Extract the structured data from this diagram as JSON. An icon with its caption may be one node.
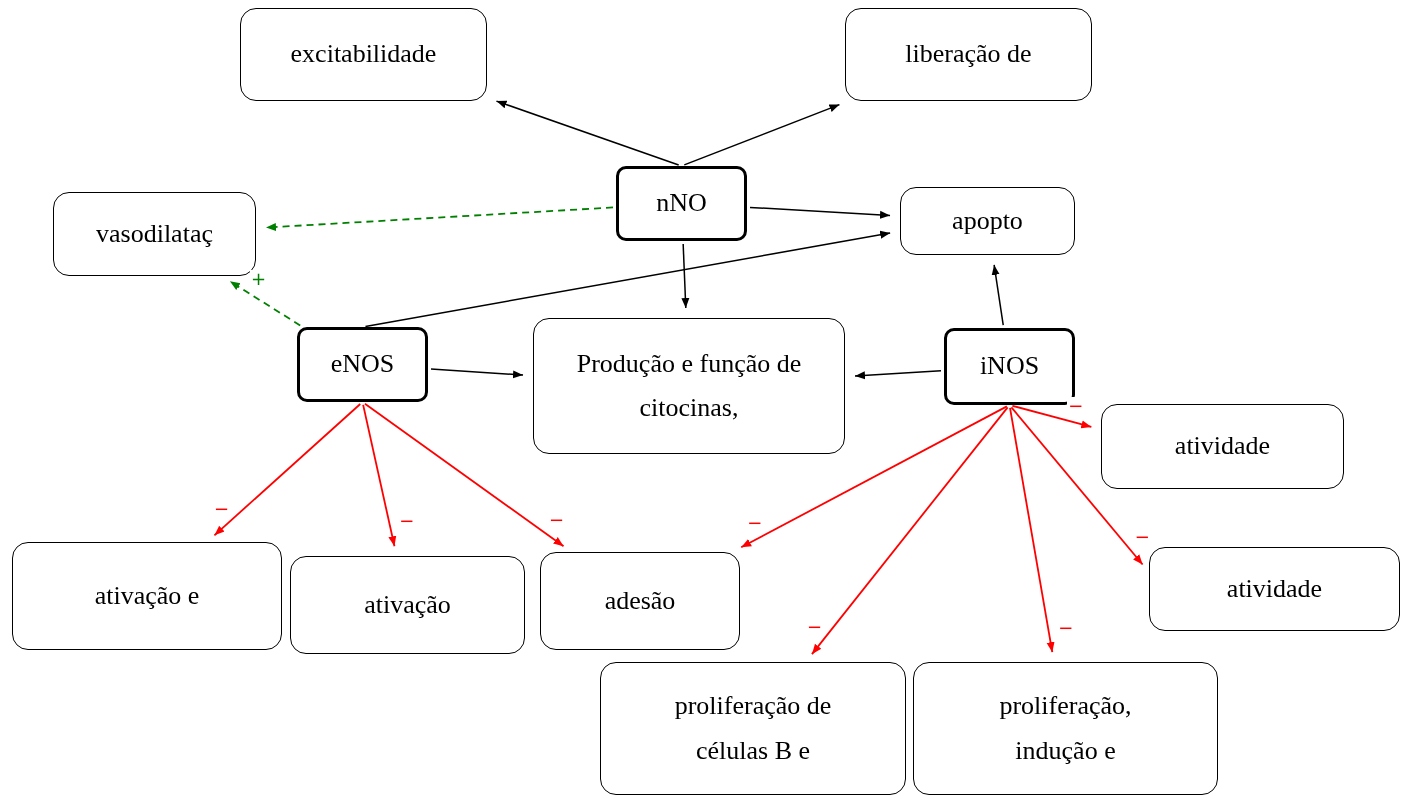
{
  "diagram": {
    "nodes": [
      {
        "text": [
          "excitabilidade"
        ]
      },
      {
        "text": [
          "liberação de"
        ]
      },
      {
        "text": [
          "vasodilataç"
        ]
      },
      {
        "text": [
          "nNO"
        ]
      },
      {
        "text": [
          "apopto"
        ]
      },
      {
        "text": [
          "eNOS"
        ]
      },
      {
        "text": [
          "Produção e função de citocinas,"
        ]
      },
      {
        "text": [
          "iNOS"
        ]
      },
      {
        "text": [
          "atividade"
        ]
      },
      {
        "text": [
          "ativação e"
        ]
      },
      {
        "text": [
          "ativação"
        ]
      },
      {
        "text": [
          "adesão"
        ]
      },
      {
        "text": [
          "atividade"
        ]
      },
      {
        "text": [
          "proliferação de células B e"
        ]
      },
      {
        "text": [
          "proliferação, indução e"
        ]
      }
    ],
    "edges": [
      {
        "from": 3,
        "to": 0,
        "arrow": "to"
      },
      {
        "from": 3,
        "to": 1,
        "arrow": "to"
      },
      {
        "from": 3,
        "to": 2,
        "arrow": "to",
        "style": "dashed",
        "color": "#008000"
      },
      {
        "from": 3,
        "to": 4,
        "arrow": "to"
      },
      {
        "from": 3,
        "to": 6,
        "arrow": "to"
      },
      {
        "from": 5,
        "to": 2,
        "arrow": "to",
        "style": "dashed",
        "color": "#008000",
        "label": "+"
      },
      {
        "from": 5,
        "to": 4,
        "arrow": "to"
      },
      {
        "from": 5,
        "to": 6,
        "arrow": "to"
      },
      {
        "from": 7,
        "to": 6,
        "arrow": "to"
      },
      {
        "from": 7,
        "to": 4,
        "arrow": "to"
      },
      {
        "from": 5,
        "to": 9,
        "arrow": "to",
        "color": "#ff0000",
        "label": "−"
      },
      {
        "from": 5,
        "to": 10,
        "arrow": "to",
        "color": "#ff0000",
        "label": "−"
      },
      {
        "from": 5,
        "to": 11,
        "arrow": "to",
        "color": "#ff0000",
        "label": "−"
      },
      {
        "from": 7,
        "to": 11,
        "arrow": "to",
        "color": "#ff0000",
        "label": "−"
      },
      {
        "from": 7,
        "to": 13,
        "arrow": "to",
        "color": "#ff0000",
        "label": "−"
      },
      {
        "from": 7,
        "to": 14,
        "arrow": "to",
        "color": "#ff0000",
        "label": "−"
      },
      {
        "from": 7,
        "to": 12,
        "arrow": "to",
        "color": "#ff0000",
        "label": "−"
      },
      {
        "from": 7,
        "to": 8,
        "arrow": "to",
        "color": "#ff0000",
        "label": "−"
      }
    ]
  }
}
